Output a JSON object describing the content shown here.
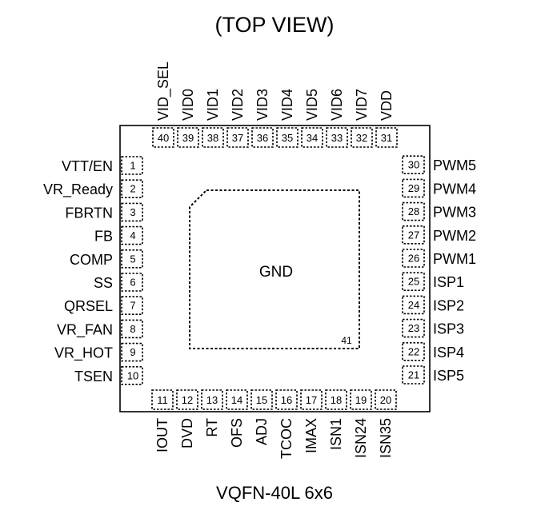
{
  "title": "(TOP VIEW)",
  "package_label": "VQFN-40L 6x6",
  "thermal_pad": {
    "label": "GND",
    "number": "41"
  },
  "pins_left": [
    {
      "num": "1",
      "name": "VTT/EN"
    },
    {
      "num": "2",
      "name": "VR_Ready"
    },
    {
      "num": "3",
      "name": "FBRTN"
    },
    {
      "num": "4",
      "name": "FB"
    },
    {
      "num": "5",
      "name": "COMP"
    },
    {
      "num": "6",
      "name": "SS"
    },
    {
      "num": "7",
      "name": "QRSEL"
    },
    {
      "num": "8",
      "name": "VR_FAN"
    },
    {
      "num": "9",
      "name": "VR_HOT"
    },
    {
      "num": "10",
      "name": "TSEN"
    }
  ],
  "pins_bottom": [
    {
      "num": "11",
      "name": "IOUT"
    },
    {
      "num": "12",
      "name": "DVD"
    },
    {
      "num": "13",
      "name": "RT"
    },
    {
      "num": "14",
      "name": "OFS"
    },
    {
      "num": "15",
      "name": "ADJ"
    },
    {
      "num": "16",
      "name": "TCOC"
    },
    {
      "num": "17",
      "name": "IMAX"
    },
    {
      "num": "18",
      "name": "ISN1"
    },
    {
      "num": "19",
      "name": "ISN24"
    },
    {
      "num": "20",
      "name": "ISN35"
    }
  ],
  "pins_right": [
    {
      "num": "21",
      "name": "ISP5"
    },
    {
      "num": "22",
      "name": "ISP4"
    },
    {
      "num": "23",
      "name": "ISP3"
    },
    {
      "num": "24",
      "name": "ISP2"
    },
    {
      "num": "25",
      "name": "ISP1"
    },
    {
      "num": "26",
      "name": "PWM1"
    },
    {
      "num": "27",
      "name": "PWM2"
    },
    {
      "num": "28",
      "name": "PWM3"
    },
    {
      "num": "29",
      "name": "PWM4"
    },
    {
      "num": "30",
      "name": "PWM5"
    }
  ],
  "pins_top": [
    {
      "num": "31",
      "name": "VDD"
    },
    {
      "num": "32",
      "name": "VID7"
    },
    {
      "num": "33",
      "name": "VID6"
    },
    {
      "num": "34",
      "name": "VID5"
    },
    {
      "num": "35",
      "name": "VID4"
    },
    {
      "num": "36",
      "name": "VID3"
    },
    {
      "num": "37",
      "name": "VID2"
    },
    {
      "num": "38",
      "name": "VID1"
    },
    {
      "num": "39",
      "name": "VID0"
    },
    {
      "num": "40",
      "name": "VID_SEL"
    }
  ]
}
